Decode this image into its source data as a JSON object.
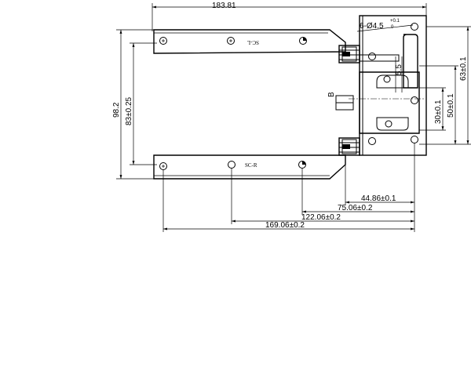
{
  "drawing": {
    "dimensions": {
      "overall_width": "183.81",
      "holes": "6-Ø4.5",
      "holes_tol_upper": "+0.1",
      "holes_tol_lower": "0",
      "height_total": "98.2",
      "height_inner": "83±0.25",
      "slot_width": "5.5",
      "height_63": "63±0.1",
      "height_50": "50±0.1",
      "height_30": "30±0.1",
      "dim_44": "44.86±0.1",
      "dim_75": "75.06±0.2",
      "dim_122": "122.06±0.2",
      "dim_169": "169.06±0.2"
    },
    "labels": {
      "top_plate": "SC-L",
      "bottom_plate": "SC-R",
      "section": "B"
    }
  }
}
